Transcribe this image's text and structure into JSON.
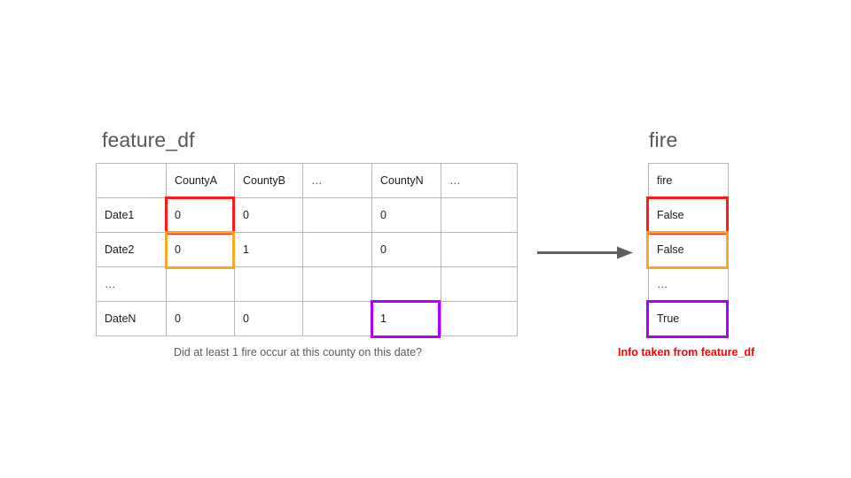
{
  "titles": {
    "left": "feature_df",
    "right": "fire"
  },
  "feature_table": {
    "columns": [
      "",
      "CountyA",
      "CountyB",
      "…",
      "CountyN",
      "…"
    ],
    "rows": [
      {
        "index": "Date1",
        "cells": [
          "0",
          "0",
          "",
          "0",
          ""
        ]
      },
      {
        "index": "Date2",
        "cells": [
          "0",
          "1",
          "",
          "0",
          ""
        ]
      },
      {
        "index": "…",
        "cells": [
          "",
          "",
          "",
          "",
          ""
        ]
      },
      {
        "index": "DateN",
        "cells": [
          "0",
          "0",
          "",
          "1",
          ""
        ]
      }
    ]
  },
  "fire_table": {
    "header": "fire",
    "rows": [
      "False",
      "False",
      "…",
      "True"
    ]
  },
  "captions": {
    "question": "Did at least 1 fire occur at this county on this date?",
    "source": "Info taken from feature_df"
  },
  "colors": {
    "red": "#ff1a1a",
    "orange": "#f9a825",
    "purple": "#aa00ff",
    "title_gray": "#595959",
    "grid_gray": "#b7b7b7",
    "arrow_gray": "#5f5f5f",
    "caption_gray": "#5a5a5a",
    "source_red": "#ff0000"
  },
  "arrow": {
    "label": "flow-arrow"
  }
}
